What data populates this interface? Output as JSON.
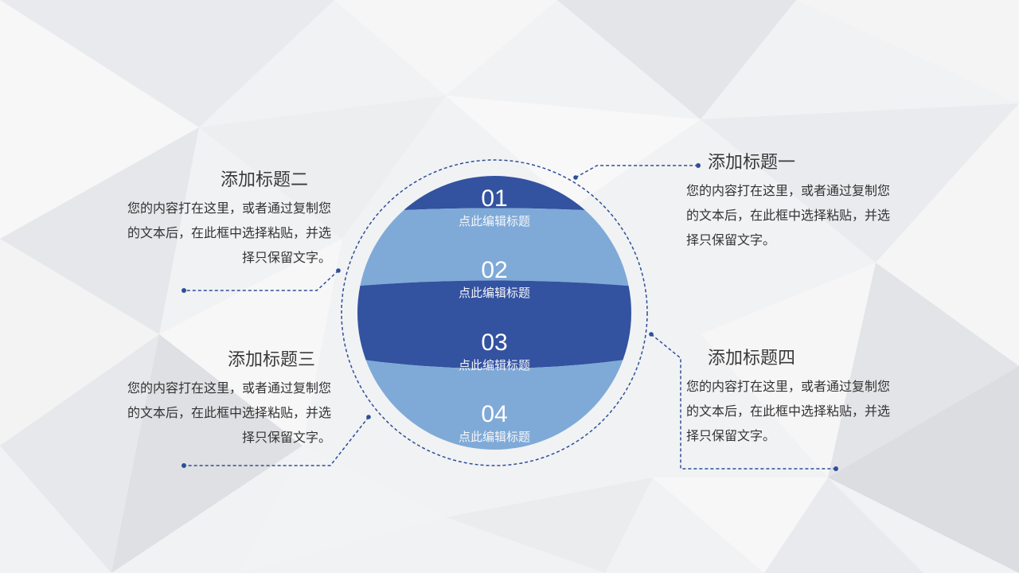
{
  "colors": {
    "dark_band": "#3352a0",
    "light_band": "#7faad7",
    "connector": "#2e4e98",
    "heading_text": "#3a3a3a",
    "body_text": "#333333"
  },
  "bands": [
    {
      "number": "01",
      "label": "点此编辑标题",
      "tone": "dark"
    },
    {
      "number": "02",
      "label": "点此编辑标题",
      "tone": "light"
    },
    {
      "number": "03",
      "label": "点此编辑标题",
      "tone": "dark"
    },
    {
      "number": "04",
      "label": "点此编辑标题",
      "tone": "light"
    }
  ],
  "blocks": [
    {
      "title": "添加标题一",
      "lines": [
        "您的内容打在这里，或者通过复制您",
        "的文本后，在此框中选择粘贴，并选",
        "择只保留文字。"
      ]
    },
    {
      "title": "添加标题二",
      "lines": [
        "您的内容打在这里，或者通过复制您",
        "的文本后，在此框中选择粘贴，并选",
        "择只保留文字。"
      ]
    },
    {
      "title": "添加标题三",
      "lines": [
        "您的内容打在这里，或者通过复制您",
        "的文本后，在此框中选择粘贴，并选",
        "择只保留文字。"
      ]
    },
    {
      "title": "添加标题四",
      "lines": [
        "您的内容打在这里，或者通过复制您",
        "的文本后，在此框中选择粘贴，并选",
        "择只保留文字。"
      ]
    }
  ]
}
